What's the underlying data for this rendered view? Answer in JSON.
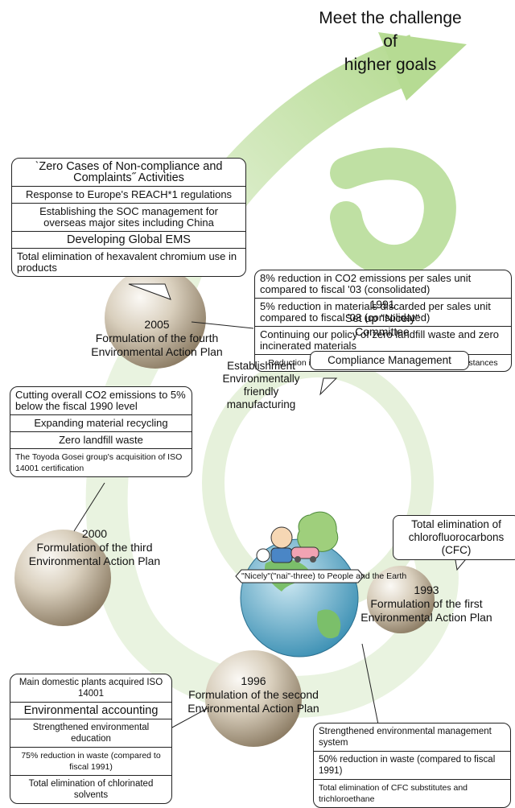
{
  "goal": {
    "line1": "Meet the challenge of",
    "line2": "higher goals"
  },
  "box_2005_top": {
    "rows": [
      "ˋZero Cases of Non-compliance and Complaints˝ Activities",
      "Response to Europe's REACH*1 regulations",
      "Establishing the SOC management for overseas major sites including China",
      "Developing Global EMS",
      "Total elimination of hexavalent chromium use in products"
    ]
  },
  "box_2005_right": {
    "rows": [
      "8% reduction in CO2 emissions per sales unit compared to fiscal '03 (consolidated)",
      "5% reduction in materials discarded per sales unit compared to fiscal '03 (consolidated)",
      "Continuing our policy of zero landfill waste and zero incinerated materials",
      "Reduction in the emission of VOC*2 and PRTR*3 substances"
    ]
  },
  "box_2000": {
    "rows": [
      "Cutting overall CO2 emissions to 5% below the fiscal 1990 level",
      "Expanding material recycling",
      "Zero landfill waste",
      "The Toyoda Gosei group's acquisition of ISO 14001 certification"
    ]
  },
  "box_1996": {
    "rows": [
      "Main domestic plants acquired ISO 14001",
      "Environmental accounting",
      "Strengthened environmental education",
      "75% reduction in waste (compared to fiscal 1991)",
      "Total elimination of chlorinated solvents"
    ]
  },
  "box_1993_bottom": {
    "rows": [
      "Strengthened environmental management system",
      "50% reduction in waste (compared to fiscal 1991)",
      "Total elimination of CFC substitutes and trichloroethane"
    ]
  },
  "compliance": "Compliance Management",
  "establishment": "Establishment Environmentally friendly manufacturing",
  "cfc": "Total elimination of chlorofluorocarbons (CFC)",
  "banner": "\"Nicely\"(\"nai\"-three) to People and the Earth",
  "milestones": {
    "m2005": {
      "year": "2005",
      "text": "Formulation of the fourth Environmental Action Plan"
    },
    "m2000": {
      "year": "2000",
      "text": "Formulation of the third Environmental Action Plan"
    },
    "m1996": {
      "year": "1996",
      "text": "Formulation of the second Environmental Action Plan"
    },
    "m1993": {
      "year": "1993",
      "text": "Formulation of the first Environmental Action Plan"
    },
    "m1991": {
      "year": "1991",
      "text": "Set up \"Nicely\" Committee"
    }
  },
  "colors": {
    "arrow": "#d7eac5",
    "arrow_edge": "#a9cf88",
    "ball": "#c9bda7",
    "ball_dark": "#8d7f6b"
  }
}
